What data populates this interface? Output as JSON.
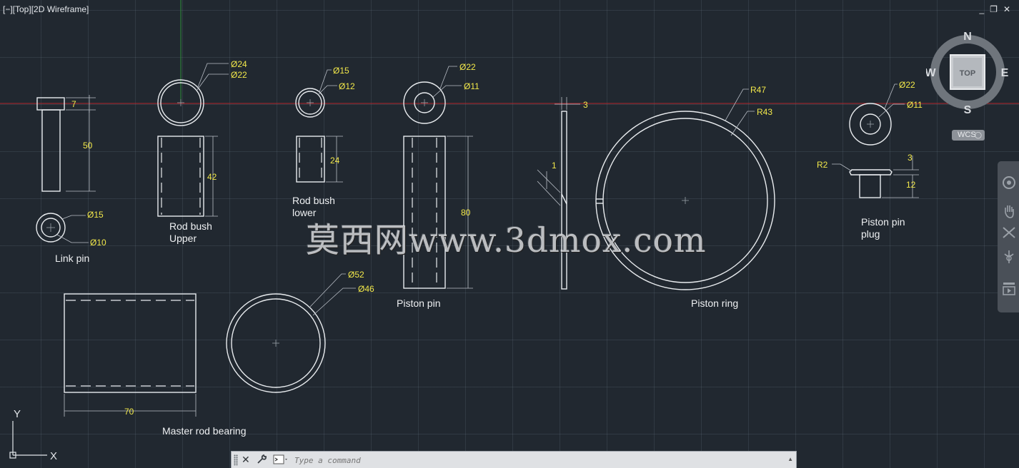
{
  "viewport": {
    "controls_label": "[−][Top][2D Wireframe]",
    "minimize_icon": "minimize-icon",
    "restore_icon": "restore-icon",
    "close_icon": "close-icon",
    "window_controls": [
      "_",
      "❐",
      "✕"
    ]
  },
  "viewcube": {
    "north": "N",
    "south": "S",
    "east": "E",
    "west": "W",
    "face": "TOP",
    "wcs_label": "WCS"
  },
  "navbar": {
    "icons": [
      "steering-wheel-icon",
      "pan-icon",
      "zoom-icon",
      "orbit-icon",
      "showmotion-icon"
    ]
  },
  "command_line": {
    "placeholder": "Type a command",
    "close_symbol": "✕"
  },
  "ucs": {
    "x_label": "X",
    "y_label": "Y"
  },
  "watermark": "莫西网www.3dmox.com",
  "parts": {
    "link_pin": {
      "label": "Link pin",
      "dims": [
        "7",
        "50",
        "Ø15",
        "Ø10"
      ]
    },
    "rod_bush_upper": {
      "label_line1": "Rod bush",
      "label_line2": "Upper",
      "dims": [
        "Ø24",
        "Ø22",
        "42"
      ]
    },
    "rod_bush_lower": {
      "label_line1": "Rod bush",
      "label_line2": "lower",
      "dims": [
        "Ø15",
        "Ø12",
        "24"
      ]
    },
    "piston_pin": {
      "label": "Piston pin",
      "dims": [
        "Ø22",
        "Ø11",
        "80"
      ]
    },
    "piston_ring_section": {
      "dims": [
        "3",
        "1"
      ]
    },
    "piston_ring": {
      "label": "Piston ring",
      "dims": [
        "R47",
        "R43"
      ]
    },
    "piston_pin_plug": {
      "label_line1": "Piston pin",
      "label_line2": "plug",
      "dims": [
        "Ø22",
        "Ø11",
        "R2",
        "3",
        "12"
      ]
    },
    "master_rod_bearing": {
      "label": "Master rod bearing",
      "dims": [
        "70",
        "Ø52",
        "Ø46"
      ]
    }
  },
  "colors": {
    "background": "#212830",
    "geometry": "#e9ecef",
    "dimension_text": "#f2e84a",
    "x_axis": "#b3262b",
    "y_axis": "#2f8f3a"
  }
}
